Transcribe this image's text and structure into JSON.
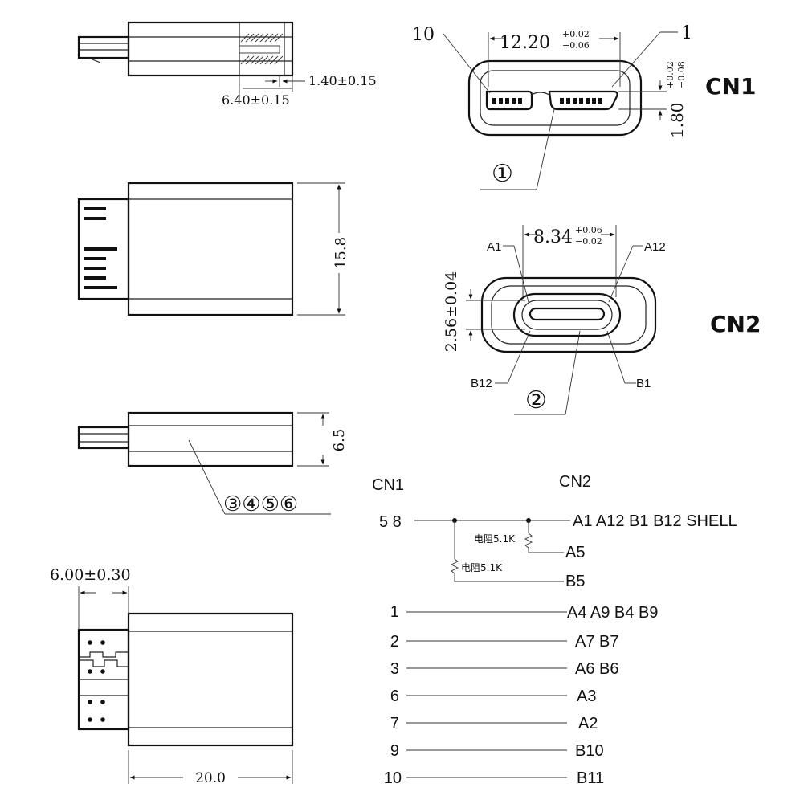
{
  "dimensions": {
    "side_top_inner": "1.40±0.15",
    "side_top_outer": "6.40±0.15",
    "width_front": "15.8",
    "height_side": "6.5",
    "plug_length": "6.00±0.30",
    "body_length": "20.0",
    "cn1_width_main": "12.20",
    "cn1_width_tol_plus": "+0.02",
    "cn1_width_tol_minus": "−0.06",
    "cn1_height_main": "1.80",
    "cn1_height_tol_plus": "+0.02",
    "cn1_height_tol_minus": "−0.08",
    "cn2_width_main": "8.34",
    "cn2_width_tol_plus": "+0.06",
    "cn2_width_tol_minus": "−0.02",
    "cn2_height": "2.56±0.04"
  },
  "connectors": {
    "cn1_title": "CN1",
    "cn2_title": "CN2",
    "cn1_pin_left": "10",
    "cn1_pin_right": "1",
    "cn2_pin_a1": "A1",
    "cn2_pin_a12": "A12",
    "cn2_pin_b12": "B12",
    "cn2_pin_b1": "B1"
  },
  "callouts": {
    "c1": "①",
    "c2": "②",
    "c3456": "③④⑤⑥"
  },
  "wiring": {
    "header_cn1": "CN1",
    "header_cn2": "CN2",
    "resistor_label": "电阻5.1K",
    "gnd_left": "5 8",
    "gnd_right": "A1 A12 B1 B12 SHELL",
    "r1_target": "A5",
    "r2_target": "B5",
    "rows": [
      {
        "left": "1",
        "right": "A4 A9 B4 B9"
      },
      {
        "left": "2",
        "right": "A7 B7"
      },
      {
        "left": "3",
        "right": "A6 B6"
      },
      {
        "left": "6",
        "right": "A3"
      },
      {
        "left": "7",
        "right": "A2"
      },
      {
        "left": "9",
        "right": "B10"
      },
      {
        "left": "10",
        "right": "B11"
      }
    ]
  }
}
